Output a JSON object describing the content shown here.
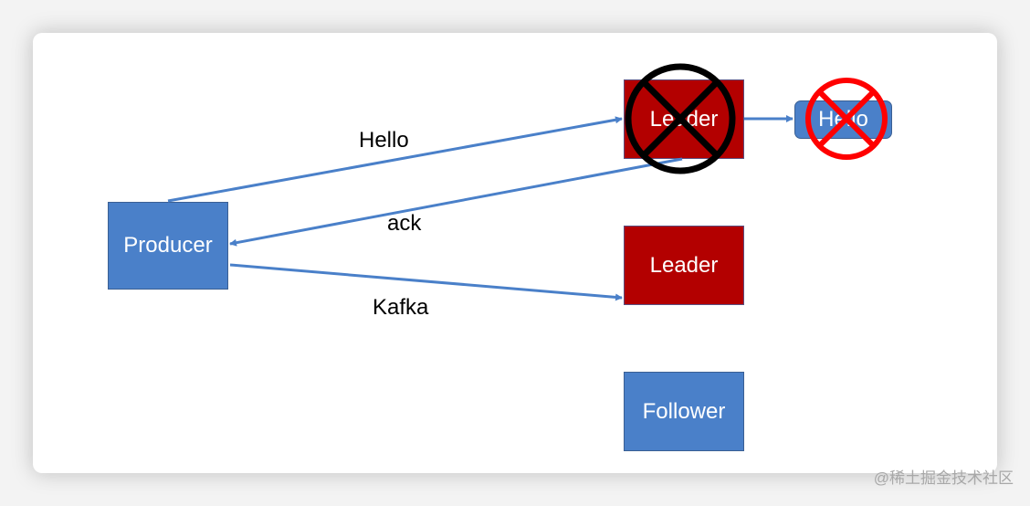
{
  "nodes": {
    "producer": "Producer",
    "leader_failed": "Leader",
    "message": "Hello",
    "leader": "Leader",
    "follower": "Follower"
  },
  "edges": [
    {
      "from": "Producer",
      "to": "Leader (failed)",
      "label": "Hello"
    },
    {
      "from": "Leader (failed)",
      "to": "Producer",
      "label": "ack"
    },
    {
      "from": "Producer",
      "to": "Leader",
      "label": "Kafka"
    },
    {
      "from": "Leader (failed)",
      "to": "Hello",
      "label": ""
    }
  ],
  "edge_labels": {
    "hello": "Hello",
    "ack": "ack",
    "kafka": "Kafka"
  },
  "colors": {
    "blue": "#4a80c9",
    "red": "#b30000",
    "arrow": "#4a80c9",
    "cross_black": "#000000",
    "cross_red": "#ff0000"
  },
  "watermark": "@稀土掘金技术社区"
}
